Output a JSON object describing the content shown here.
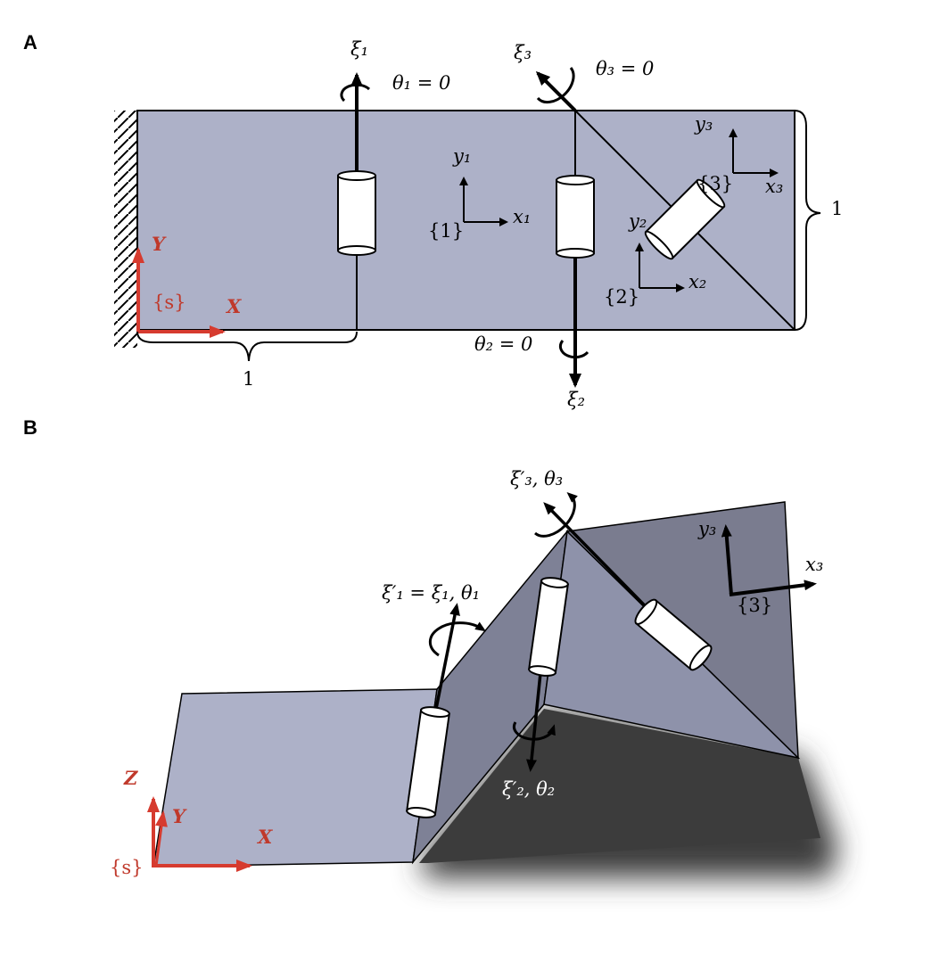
{
  "panel_a": {
    "label": "A",
    "xi1": "ξ₁",
    "theta1": "θ₁ = 0",
    "xi2": "ξ₂",
    "theta2": "θ₂ = 0",
    "xi3": "ξ₃",
    "theta3": "θ₃ = 0",
    "frame1": "{1}",
    "x1": "x₁",
    "y1": "y₁",
    "frame2": "{2}",
    "x2": "x₂",
    "y2": "y₂",
    "frame3": "{3}",
    "x3": "x₃",
    "y3": "y₃",
    "frame_s": "{s}",
    "X": "X",
    "Y": "Y",
    "dim_width": "1",
    "dim_height": "1"
  },
  "panel_b": {
    "label": "B",
    "xi1": "ξ′₁ = ξ₁, θ₁",
    "xi2": "ξ′₂, θ₂",
    "xi3": "ξ′₃, θ₃",
    "frame3": "{3}",
    "x3": "x₃",
    "y3": "y₃",
    "frame_s": "{s}",
    "X": "X",
    "Y": "Y",
    "Z": "Z"
  },
  "colors": {
    "panel_fill": "#adb1c8",
    "panel_dark": "#7e8092",
    "shadow": "#3c3c3c",
    "axis_red": "#d63b2f",
    "label_red": "#b22222"
  }
}
